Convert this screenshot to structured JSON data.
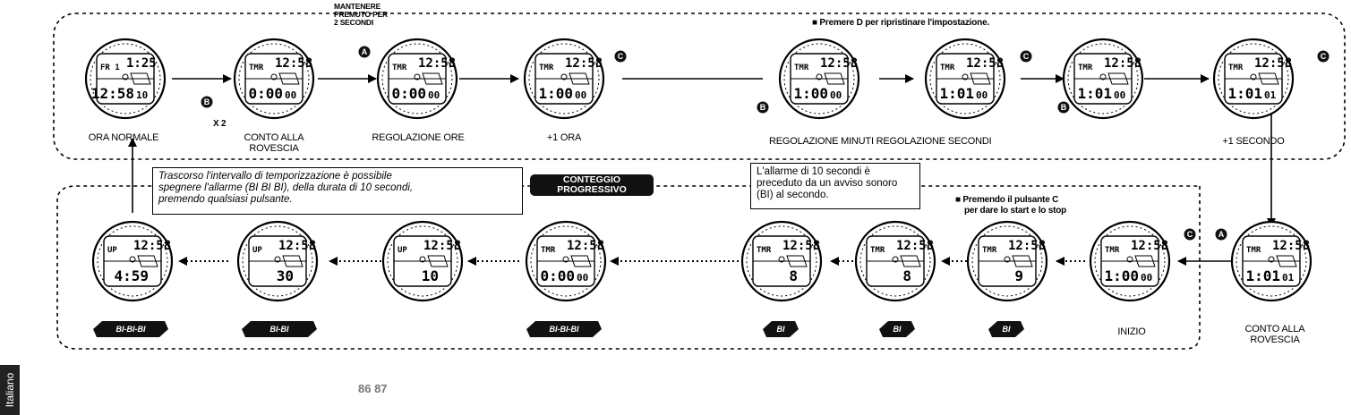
{
  "top_row": {
    "mantenere": [
      "MANTENERE",
      "PREMUTO PER",
      "2 SECONDI"
    ],
    "x2": "X 2",
    "reset_note": "■ Premere D per ripristinare l'impostazione.",
    "labels": {
      "ora_normale": "ORA NORMALE",
      "conto_alla_1": "CONTO ALLA",
      "conto_alla_2": "ROVESCIA",
      "regolazione_ore": "REGOLAZIONE ORE",
      "piu_uno_ora": "+1 ORA",
      "regolazione_min_sec": "REGOLAZIONE MINUTI REGOLAZIONE SECONDI",
      "piu_uno_secondo": "+1 SECONDO"
    }
  },
  "bottom_row": {
    "alarm_note": [
      "Trascorso l'intervallo di temporizzazione è possibile",
      "spegnere l'allarme (BI BI BI), della durata di 10 secondi,",
      "premendo qualsiasi pulsante."
    ],
    "progressivo": [
      "CONTEGGIO",
      "PROGRESSIVO"
    ],
    "ten_sec_note": [
      "L'allarme di 10 secondi è",
      "preceduto da un avviso sonoro",
      "(BI) al secondo."
    ],
    "press_c": [
      "■ Premendo il pulsante C",
      "per dare lo start e lo stop"
    ],
    "labels": {
      "inizio": "INIZIO",
      "conto_alla_1": "CONTO ALLA",
      "conto_alla_2": "ROVESCIA"
    },
    "badges": [
      "BI-BI-BI",
      "BI-BI",
      "BI-BI-BI",
      "BI",
      "BI",
      "BI"
    ]
  },
  "watches": [
    {
      "name": "watch-ora-normale",
      "top": "1:25",
      "mode": "FR 1",
      "bottom": "12:58",
      "tail": "10"
    },
    {
      "name": "watch-conto-alla-rovescia",
      "top": "12:58",
      "mode": "TMR",
      "bottom": "0:00",
      "tail": "00"
    },
    {
      "name": "watch-regolazione-ore",
      "top": "12:58",
      "mode": "TMR",
      "bottom": "0:00",
      "tail": "00"
    },
    {
      "name": "watch-piu-uno-ora",
      "top": "12:58",
      "mode": "TMR",
      "bottom": "1:00",
      "tail": "00"
    },
    {
      "name": "watch-regolazione-minuti",
      "top": "12:58",
      "mode": "TMR",
      "bottom": "1:00",
      "tail": "00"
    },
    {
      "name": "watch-regolazione-secondi",
      "top": "12:58",
      "mode": "TMR",
      "bottom": "1:01",
      "tail": "00"
    },
    {
      "name": "watch-secondi-set",
      "top": "12:58",
      "mode": "TMR",
      "bottom": "1:01",
      "tail": "00"
    },
    {
      "name": "watch-piu-uno-secondo",
      "top": "12:58",
      "mode": "TMR",
      "bottom": "1:01",
      "tail": "01"
    },
    {
      "name": "watch-up-459",
      "top": "12:58",
      "mode": "UP",
      "bottom": "4:59",
      "tail": ""
    },
    {
      "name": "watch-up-30",
      "top": "12:58",
      "mode": "UP",
      "bottom": "30",
      "tail": ""
    },
    {
      "name": "watch-up-10",
      "top": "12:58",
      "mode": "UP",
      "bottom": "10",
      "tail": ""
    },
    {
      "name": "watch-tmr-000",
      "top": "12:58",
      "mode": "TMR",
      "bottom": "0:00",
      "tail": "00"
    },
    {
      "name": "watch-tmr-8a",
      "top": "12:58",
      "mode": "TMR",
      "bottom": "8",
      "tail": ""
    },
    {
      "name": "watch-tmr-8b",
      "top": "12:58",
      "mode": "TMR",
      "bottom": "8",
      "tail": ""
    },
    {
      "name": "watch-tmr-9",
      "top": "12:58",
      "mode": "TMR",
      "bottom": "9",
      "tail": ""
    },
    {
      "name": "watch-inizio",
      "top": "12:58",
      "mode": "TMR",
      "bottom": "1:00",
      "tail": "00"
    },
    {
      "name": "watch-conto-rovescia-bottom",
      "top": "12:58",
      "mode": "TMR",
      "bottom": "1:01",
      "tail": "01"
    }
  ],
  "buttons": {
    "A": "A",
    "B": "B",
    "C": "C"
  },
  "side_tab": "Italiano",
  "page_numbers": "86 87"
}
